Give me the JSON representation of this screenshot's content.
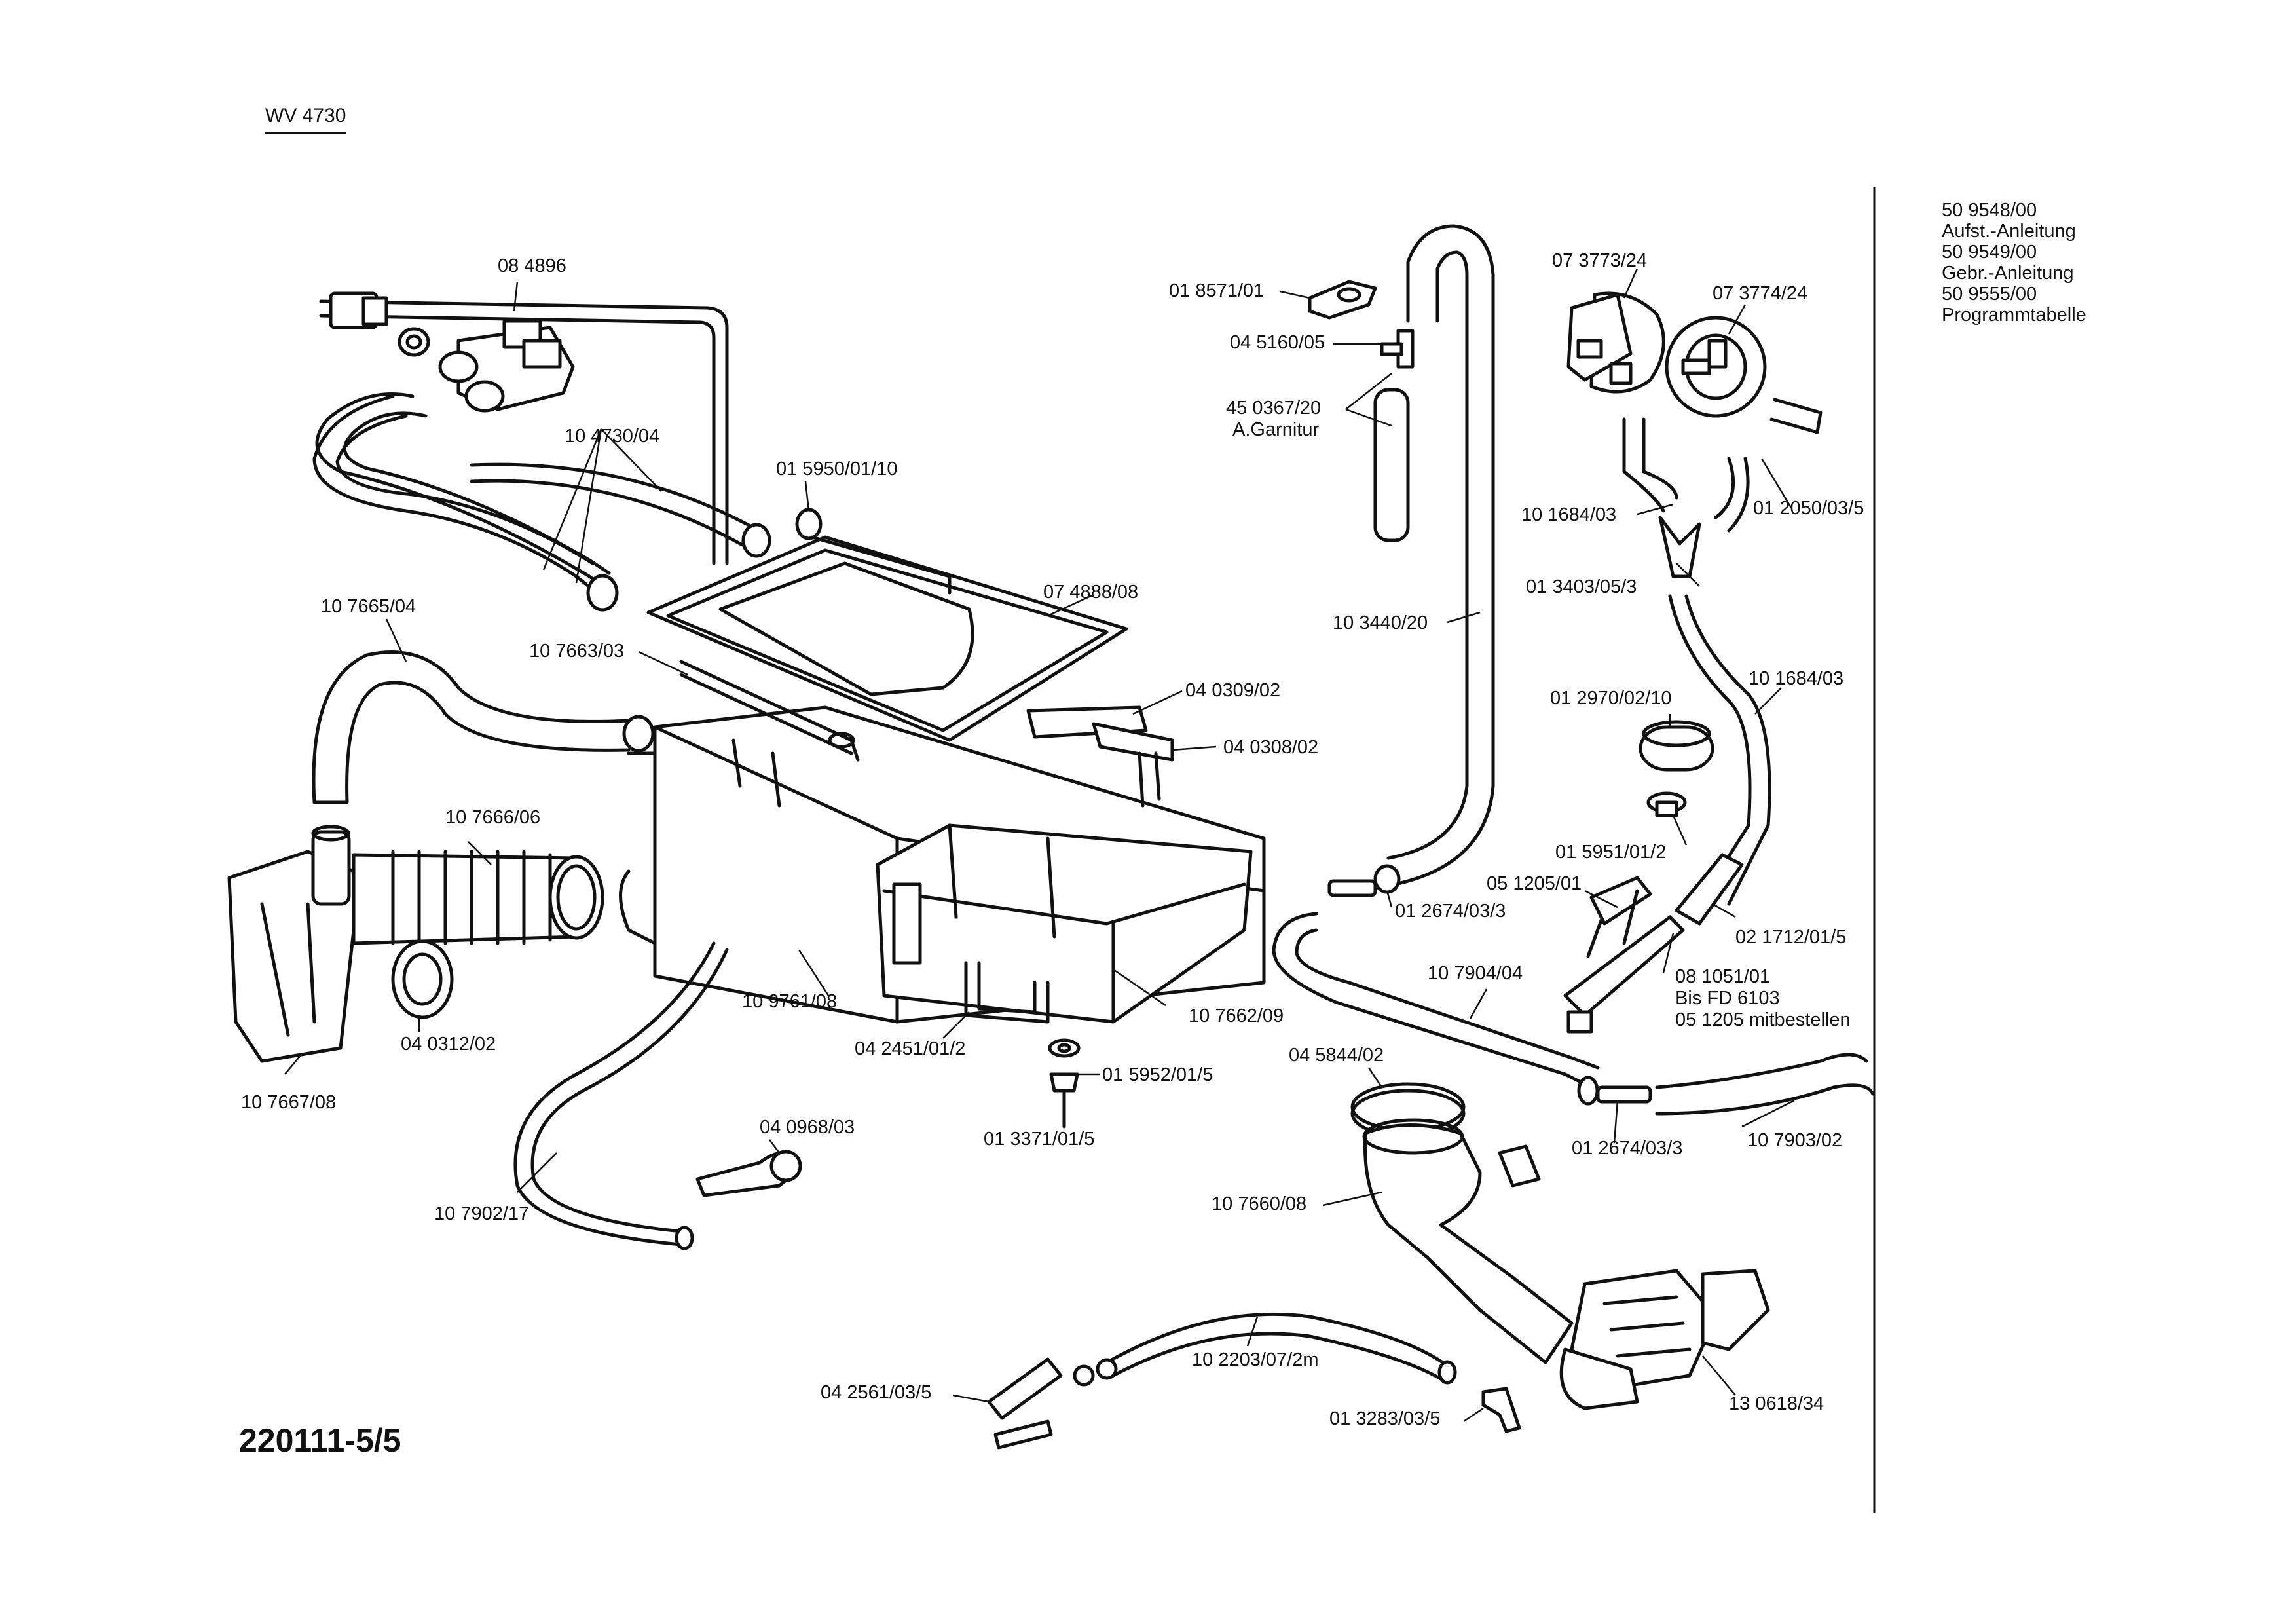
{
  "header": {
    "model": "WV 4730",
    "document_number": "220111-5/5"
  },
  "side_documents": [
    {
      "part": "50 9548/00",
      "desc": "Aufst.-Anleitung"
    },
    {
      "part": "50 9549/00",
      "desc": "Gebr.-Anleitung"
    },
    {
      "part": "50 9555/00",
      "desc": "Programmtabelle"
    }
  ],
  "parts": {
    "p084896": "08 4896",
    "p1047304": "10 4730/04",
    "p015950": "01 5950/01/10",
    "p107665": "10 7665/04",
    "p107663": "10 7663/03",
    "p074888": "07 4888/08",
    "p040309": "04 0309/02",
    "p040308": "04 0308/02",
    "p107666": "10 7666/06",
    "p040312": "04 0312/02",
    "p107667": "10 7667/08",
    "p109761": "10 9761/08",
    "p107662": "10 7662/09",
    "p042451": "04 2451/01/2",
    "p015952": "01 5952/01/5",
    "p013371": "01 3371/01/5",
    "p040968": "04 0968/03",
    "p107902": "10 7902/17",
    "p018571": "01 8571/01",
    "p045160": "04 5160/05",
    "p450367": "45 0367/20",
    "p450367b": "A.Garnitur",
    "p103440": "10 3440/20",
    "p073773": "07 3773/24",
    "p073774": "07 3774/24",
    "p101684a": "10 1684/03",
    "p012050": "01 2050/03/5",
    "p013403": "01 3403/05/3",
    "p101684b": "10 1684/03",
    "p012970": "01 2970/02/10",
    "p015951": "01 5951/01/2",
    "p051205": "05 1205/01",
    "p012674a": "01 2674/03/3",
    "p021712": "02 1712/01/5",
    "p107904": "10 7904/04",
    "p081051": "08 1051/01",
    "p081051b": "Bis FD 6103",
    "p081051c": "05 1205 mitbestellen",
    "p045844": "04 5844/02",
    "p012674b": "01 2674/03/3",
    "p107903": "10 7903/02",
    "p107660": "10 7660/08",
    "p102203": "10 2203/07/2m",
    "p042561": "04 2561/03/5",
    "p013283": "01 3283/03/5",
    "p130618": "13 0618/34"
  }
}
